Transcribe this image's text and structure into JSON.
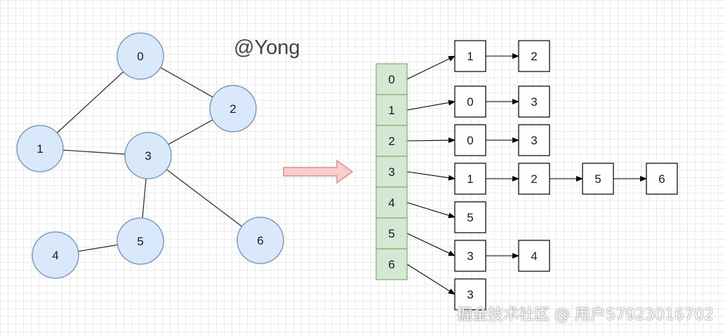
{
  "author_label": "@Yong",
  "watermark": "掘金技术社区 @ 用户57923016702",
  "graph": {
    "nodes": [
      "0",
      "1",
      "2",
      "3",
      "4",
      "5",
      "6"
    ],
    "edges": [
      [
        "0",
        "1"
      ],
      [
        "0",
        "2"
      ],
      [
        "1",
        "3"
      ],
      [
        "2",
        "3"
      ],
      [
        "3",
        "5"
      ],
      [
        "3",
        "6"
      ],
      [
        "4",
        "5"
      ]
    ]
  },
  "adjacency_list": {
    "index_cells": [
      "0",
      "1",
      "2",
      "3",
      "4",
      "5",
      "6"
    ],
    "rows": [
      {
        "vertex": "0",
        "neighbors": [
          "1",
          "2"
        ]
      },
      {
        "vertex": "1",
        "neighbors": [
          "0",
          "3"
        ]
      },
      {
        "vertex": "2",
        "neighbors": [
          "0",
          "3"
        ]
      },
      {
        "vertex": "3",
        "neighbors": [
          "1",
          "2",
          "5",
          "6"
        ]
      },
      {
        "vertex": "4",
        "neighbors": [
          "5"
        ]
      },
      {
        "vertex": "5",
        "neighbors": [
          "3",
          "4"
        ]
      },
      {
        "vertex": "6",
        "neighbors": [
          "3"
        ]
      }
    ]
  },
  "colors": {
    "node_fill": "#dae8fc",
    "node_stroke": "#6c8ebf",
    "index_fill": "#d5e8d4",
    "index_stroke": "#82b366",
    "transform_arrow_fill": "#f8cecc",
    "transform_arrow_stroke": "#e07a7a"
  }
}
